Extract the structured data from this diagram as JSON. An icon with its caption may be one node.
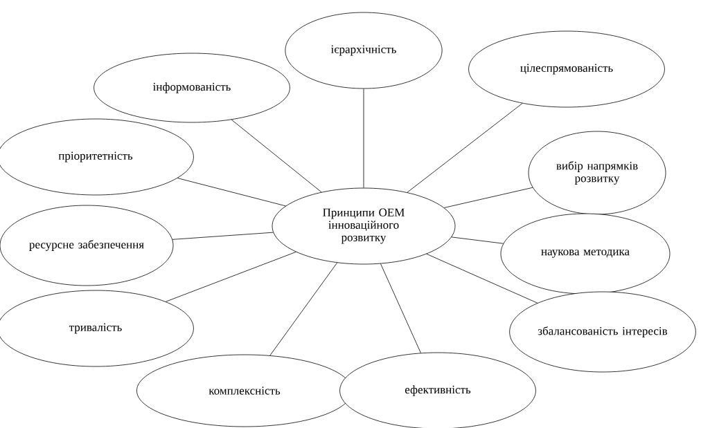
{
  "diagram": {
    "nodes": [
      {
        "text": [
          "Принципи ОЕМ інноваційного розвитку"
        ]
      },
      {
        "text": [
          "ієрархічність"
        ]
      },
      {
        "text": [
          "цілеспрямованість"
        ]
      },
      {
        "text": [
          "інформованість"
        ]
      },
      {
        "text": [
          "пріоритетність"
        ]
      },
      {
        "text": [
          "вибір напрямків розвитку"
        ]
      },
      {
        "text": [
          "ресурсне забезпечення"
        ]
      },
      {
        "text": [
          "наукова методика"
        ]
      },
      {
        "text": [
          "тривалість"
        ]
      },
      {
        "text": [
          "збалансованість інтересів"
        ]
      },
      {
        "text": [
          "комплексність"
        ]
      },
      {
        "text": [
          "ефективність"
        ]
      }
    ],
    "edges": [
      {
        "from": 0,
        "to": 1,
        "arrow": "none"
      },
      {
        "from": 0,
        "to": 2,
        "arrow": "none"
      },
      {
        "from": 0,
        "to": 3,
        "arrow": "none"
      },
      {
        "from": 0,
        "to": 4,
        "arrow": "none"
      },
      {
        "from": 0,
        "to": 5,
        "arrow": "none"
      },
      {
        "from": 0,
        "to": 6,
        "arrow": "none"
      },
      {
        "from": 0,
        "to": 7,
        "arrow": "none"
      },
      {
        "from": 0,
        "to": 8,
        "arrow": "none"
      },
      {
        "from": 0,
        "to": 9,
        "arrow": "none"
      },
      {
        "from": 0,
        "to": 10,
        "arrow": "none"
      },
      {
        "from": 0,
        "to": 11,
        "arrow": "none"
      }
    ]
  }
}
